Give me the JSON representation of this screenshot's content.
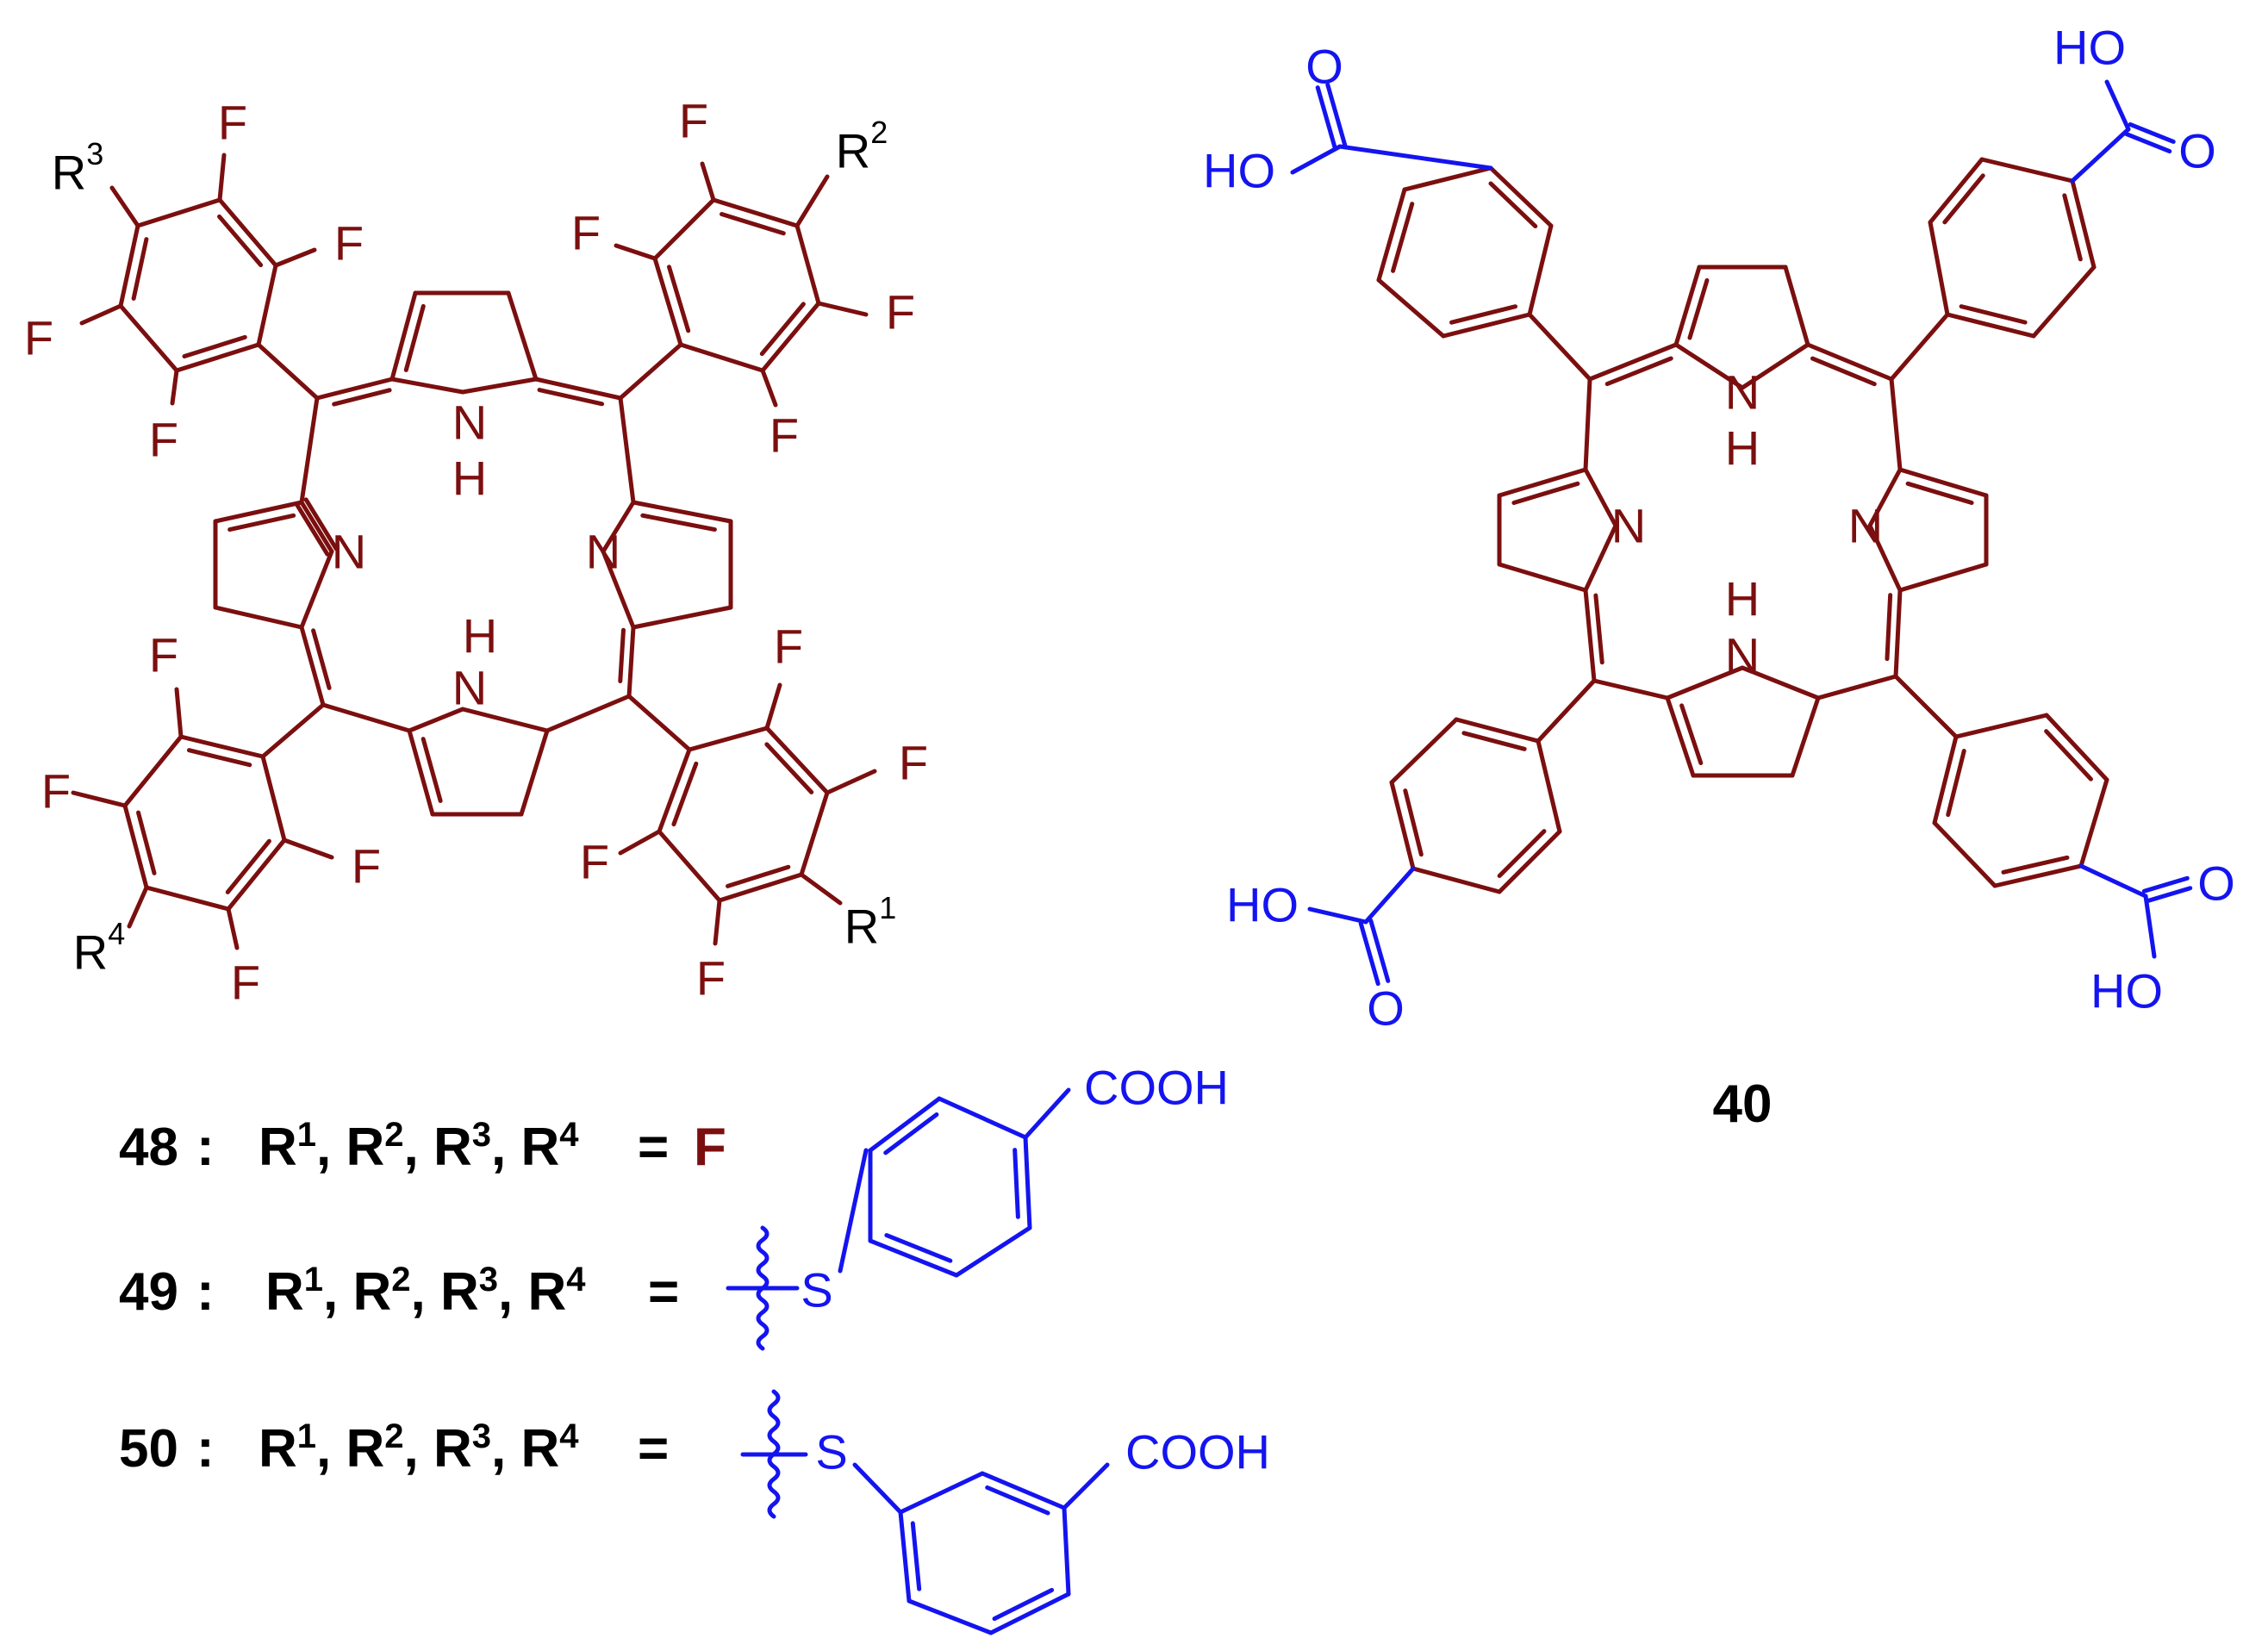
{
  "colors": {
    "core": "#7b0f0f",
    "substituent": "#1414f0",
    "text": "#000000",
    "background": "#ffffff"
  },
  "left_structure": {
    "atoms": {
      "fluorine": "F",
      "nh_n": "N",
      "nh_h": "H",
      "pyridine_n": "N"
    },
    "r_groups": {
      "r1_base": "R",
      "r1_sup": "1",
      "r2_base": "R",
      "r2_sup": "2",
      "r3_base": "R",
      "r3_sup": "3",
      "r4_base": "R",
      "r4_sup": "4"
    }
  },
  "right_structure": {
    "compound_number": "40",
    "carboxyl": {
      "ho": "HO",
      "oxo": "O"
    },
    "atoms": {
      "nh_n": "N",
      "nh_h": "H",
      "pyridine_n": "N"
    }
  },
  "compounds": [
    {
      "number": "48",
      "colon": ":",
      "substituent": "F"
    },
    {
      "number": "49",
      "colon": ":",
      "sulfur": "S",
      "acid": "COOH"
    },
    {
      "number": "50",
      "colon": ":",
      "sulfur": "S",
      "acid": "COOH"
    }
  ],
  "r_list": {
    "r": "R",
    "s1": "1",
    "s2": "2",
    "s3": "3",
    "s4": "4",
    "sep": ", ",
    "eq": "="
  }
}
